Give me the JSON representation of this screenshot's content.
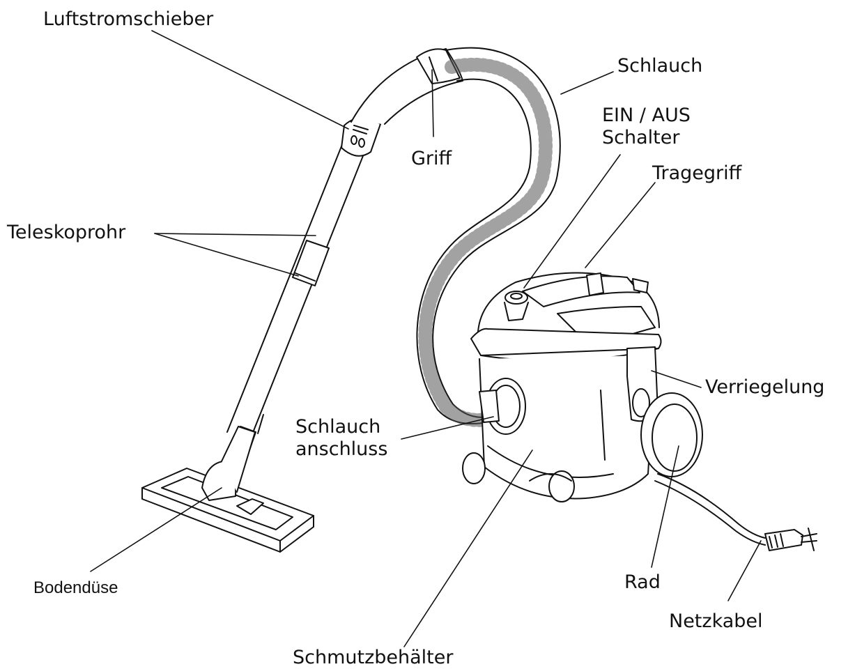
{
  "labels": {
    "luftstromschieber": "Luftstromschieber",
    "schlauch": "Schlauch",
    "griff": "Griff",
    "ein_aus_line1": "EIN / AUS",
    "ein_aus_line2": "Schalter",
    "tragegriff": "Tragegriff",
    "teleskoprohr": "Teleskoprohr",
    "verriegelung": "Verriegelung",
    "schlauchanschluss_line1": "Schlauch",
    "schlauchanschluss_line2": "anschluss",
    "bodenduese": "Bodendüse",
    "rad": "Rad",
    "netzkabel": "Netzkabel",
    "schmutzbehaelter": "Schmutzbehälter"
  },
  "colors": {
    "line": "#111111",
    "fill": "#ffffff",
    "shade": "#f2f2f2"
  }
}
